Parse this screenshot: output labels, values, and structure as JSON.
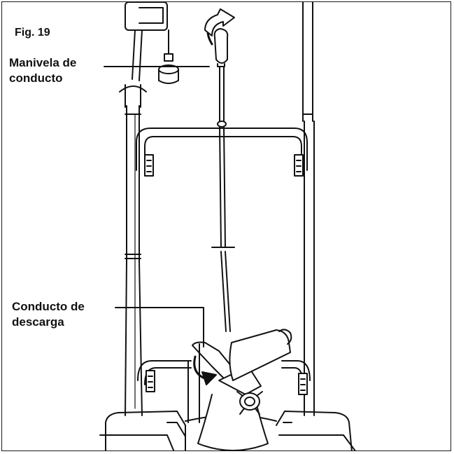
{
  "figure": {
    "title": "Fig. 19",
    "labels": {
      "crank_line1": "Manivela de",
      "crank_line2": "conducto",
      "chute_line1": "Conducto de",
      "chute_line2": "descarga"
    }
  },
  "colors": {
    "ink": "#111111",
    "background": "#ffffff"
  }
}
